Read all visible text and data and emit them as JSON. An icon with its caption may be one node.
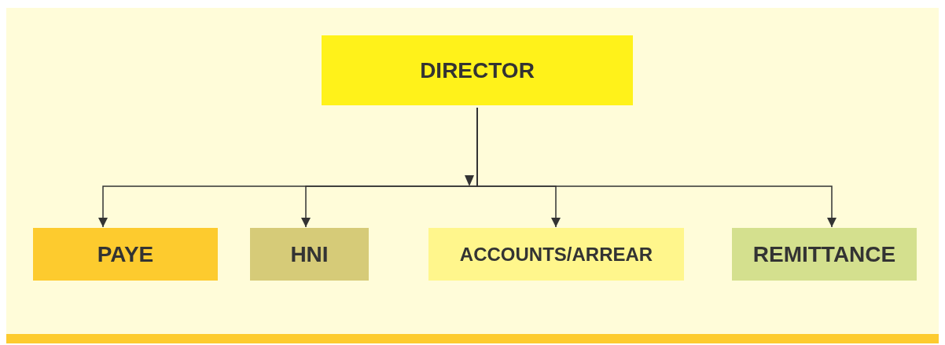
{
  "diagram": {
    "nodes": [
      {
        "text": [
          "DIRECTOR"
        ]
      },
      {
        "text": [
          "PAYE"
        ]
      },
      {
        "text": [
          "HNI"
        ]
      },
      {
        "text": [
          "ACCOUNTS/ARREAR"
        ]
      },
      {
        "text": [
          "REMITTANCE"
        ]
      }
    ],
    "edges": [
      {
        "from": 0,
        "to": 1,
        "arrow": "to"
      },
      {
        "from": 0,
        "to": 2,
        "arrow": "to"
      },
      {
        "from": 0,
        "to": 3,
        "arrow": "to"
      },
      {
        "from": 0,
        "to": 4,
        "arrow": "to"
      }
    ]
  }
}
